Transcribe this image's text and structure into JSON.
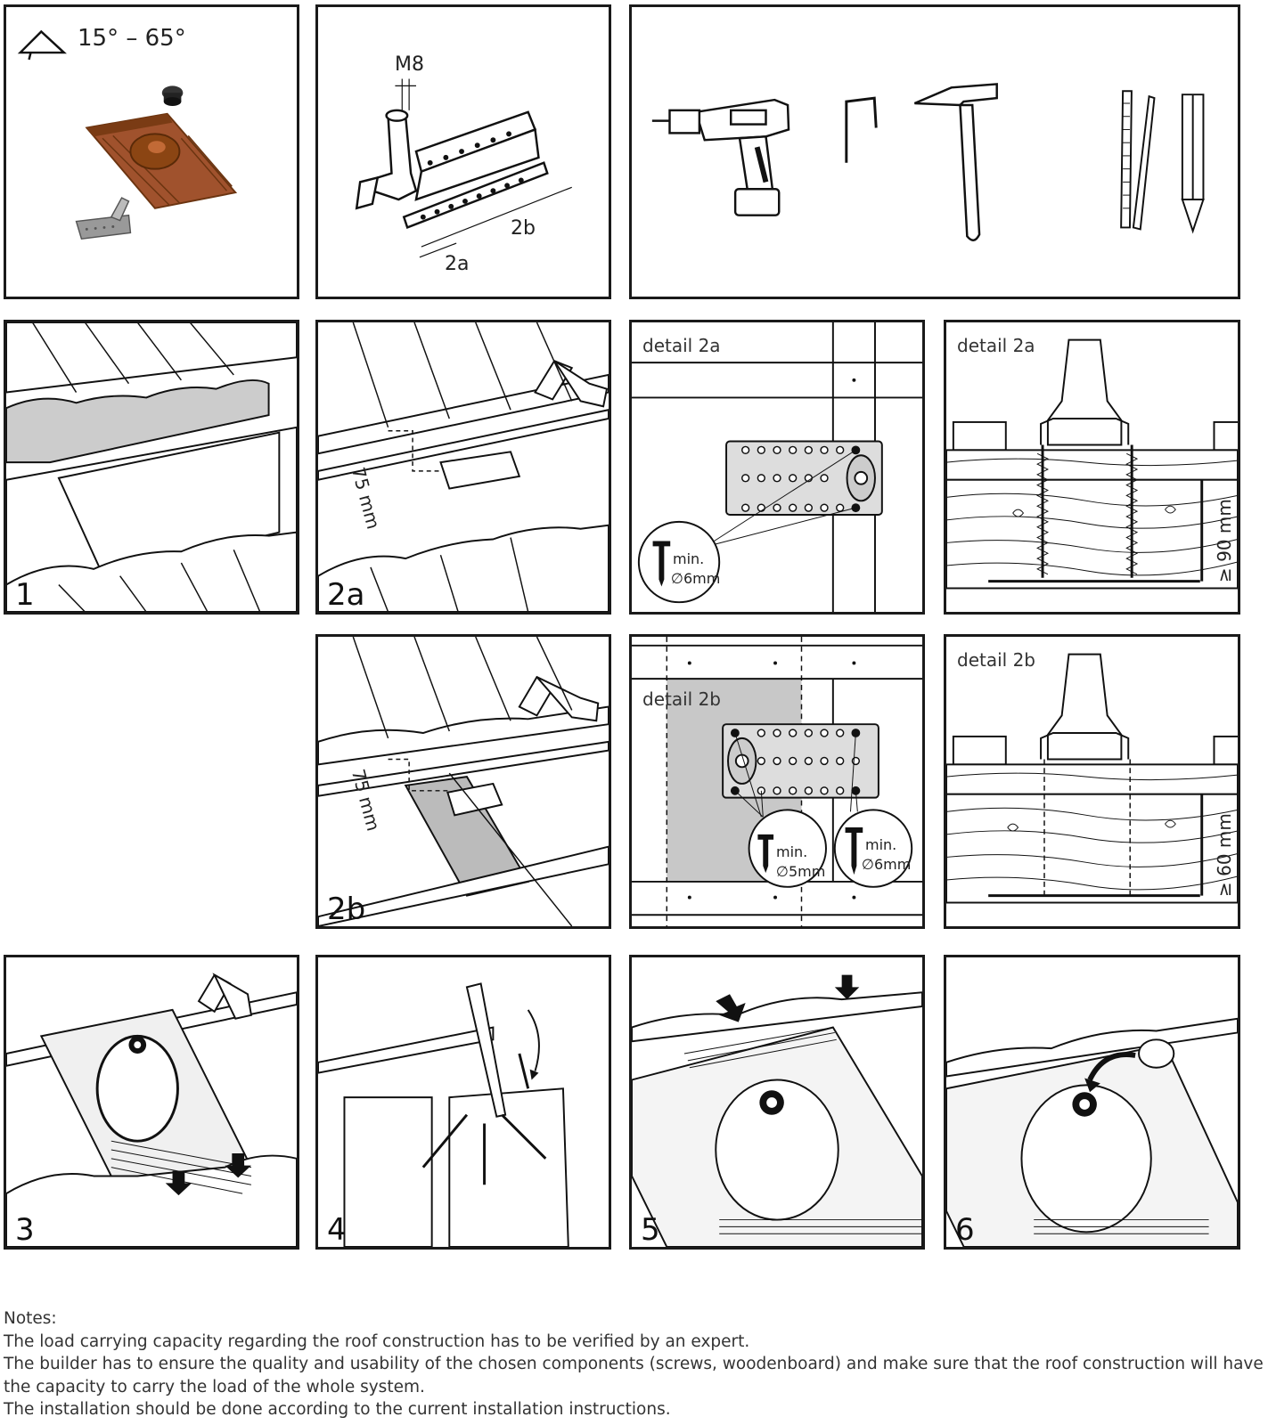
{
  "header": {
    "pitch_range": "15° – 65°",
    "bolt_label": "M8",
    "dim_2a": "2a",
    "dim_2b": "2b"
  },
  "steps": [
    {
      "num": "1"
    },
    {
      "num": "2a",
      "spacing": "75 mm"
    },
    {
      "num": "2b",
      "spacing": "75 mm"
    },
    {
      "num": "3"
    },
    {
      "num": "4"
    },
    {
      "num": "5"
    },
    {
      "num": "6"
    }
  ],
  "details": {
    "d2a_top": {
      "title": "detail 2a",
      "screw_min": "min.",
      "screw_dia": "∅6mm"
    },
    "d2a_section": {
      "title": "detail 2a",
      "depth": "≥ 90 mm"
    },
    "d2b_top": {
      "title": "detail 2b",
      "screw_a_min": "min.",
      "screw_a_dia": "∅5mm",
      "screw_b_min": "min.",
      "screw_b_dia": "∅6mm"
    },
    "d2b_section": {
      "title": "detail 2b",
      "depth": "≥ 60 mm"
    }
  },
  "notes": {
    "heading": "Notes:",
    "lines": [
      "The load carrying capacity regarding the roof construction has to be verified by an expert.",
      "The builder has to ensure the quality and usability of the chosen components (screws, woodenboard) and make sure that the roof construction will have",
      "the capacity to carry the load of the whole system.",
      "The installation should be done according to the current installation instructions."
    ]
  },
  "tools": [
    "drill-icon",
    "staple-icon",
    "hammer-icon",
    "folding-rule-icon",
    "pencil-icon"
  ]
}
